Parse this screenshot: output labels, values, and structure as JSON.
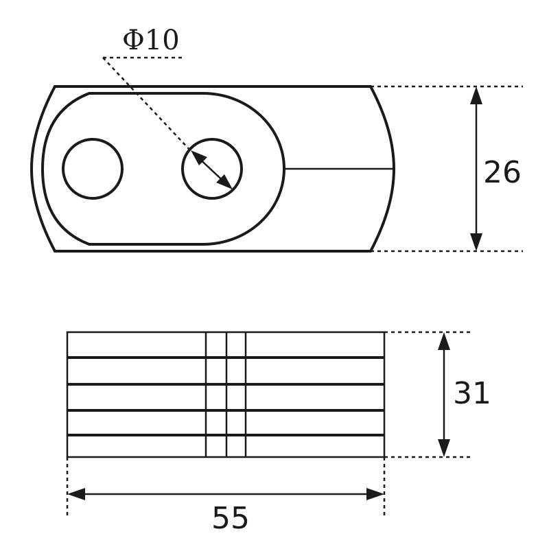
{
  "dimensions": {
    "hole_diameter": "Φ10",
    "top_height": "26",
    "side_height": "31",
    "width": "55"
  },
  "colors": {
    "line": "#1a1a1a",
    "background": "#ffffff"
  }
}
